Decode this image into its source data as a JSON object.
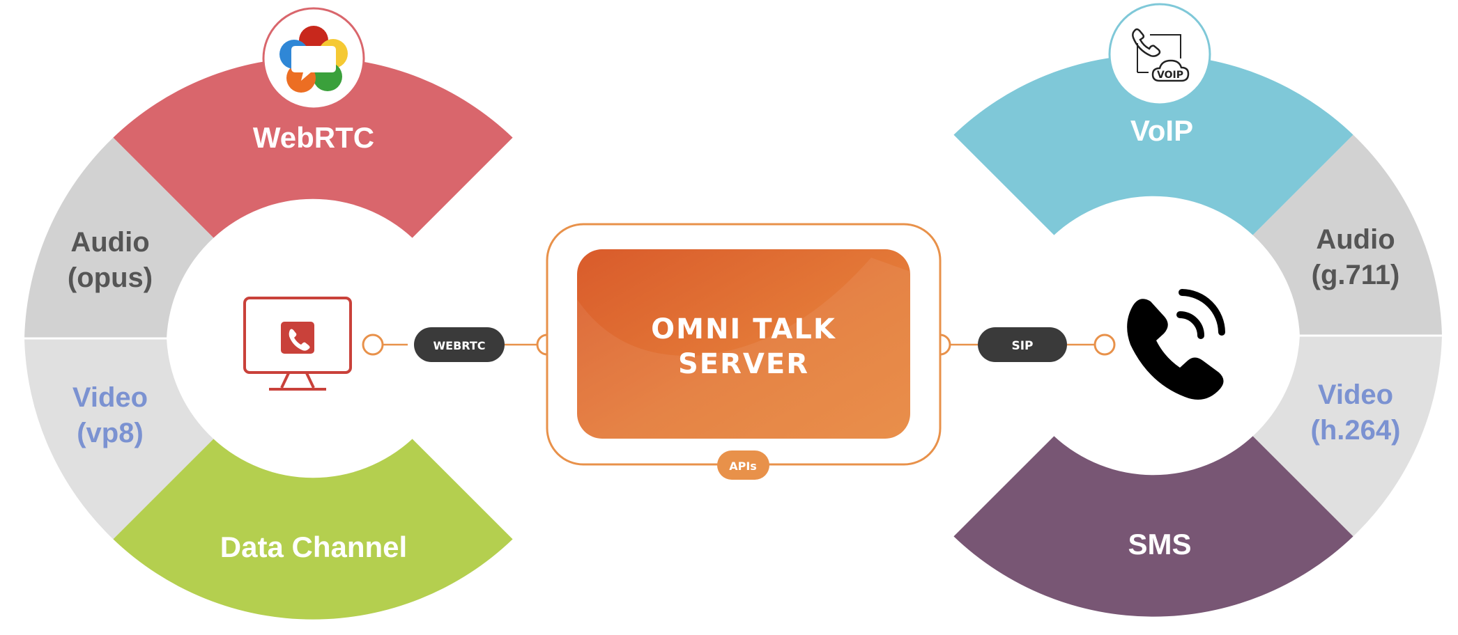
{
  "left_hub": {
    "top_segment": {
      "label": "WebRTC",
      "color": "#d9666c"
    },
    "upper_side_segment": {
      "line1": "Audio",
      "line2": "(opus)",
      "color": "#d2d2d2",
      "text_color": "#555555"
    },
    "lower_side_segment": {
      "line1": "Video",
      "line2": "(vp8)",
      "color": "#e0e0e0",
      "text_color": "#7b92d1"
    },
    "bottom_segment": {
      "label": "Data Channel",
      "color": "#b4cf4f"
    },
    "center_icon": "monitor-phone-icon",
    "badge_icon": "webrtc-logo-icon"
  },
  "right_hub": {
    "top_segment": {
      "label": "VoIP",
      "color": "#7fc8d8"
    },
    "upper_side_segment": {
      "line1": "Audio",
      "line2": "(g.711)",
      "color": "#d2d2d2",
      "text_color": "#555555"
    },
    "lower_side_segment": {
      "line1": "Video",
      "line2": "(h.264)",
      "color": "#e0e0e0",
      "text_color": "#7b92d1"
    },
    "bottom_segment": {
      "label": "SMS",
      "color": "#785674"
    },
    "center_icon": "phone-ringing-icon",
    "badge_icon": "voip-cloud-icon",
    "badge_text": "VOIP"
  },
  "connectors": {
    "left": {
      "label": "WEBRTC"
    },
    "right": {
      "label": "SIP"
    },
    "line_color": "#e8914a",
    "pill_color": "#3a3a3a"
  },
  "server": {
    "line1": "OMNI TALK",
    "line2": "SERVER",
    "apis_label": "APIs",
    "color_start": "#d95b2b",
    "color_end": "#e8873e",
    "frame_color": "#e8914a"
  }
}
